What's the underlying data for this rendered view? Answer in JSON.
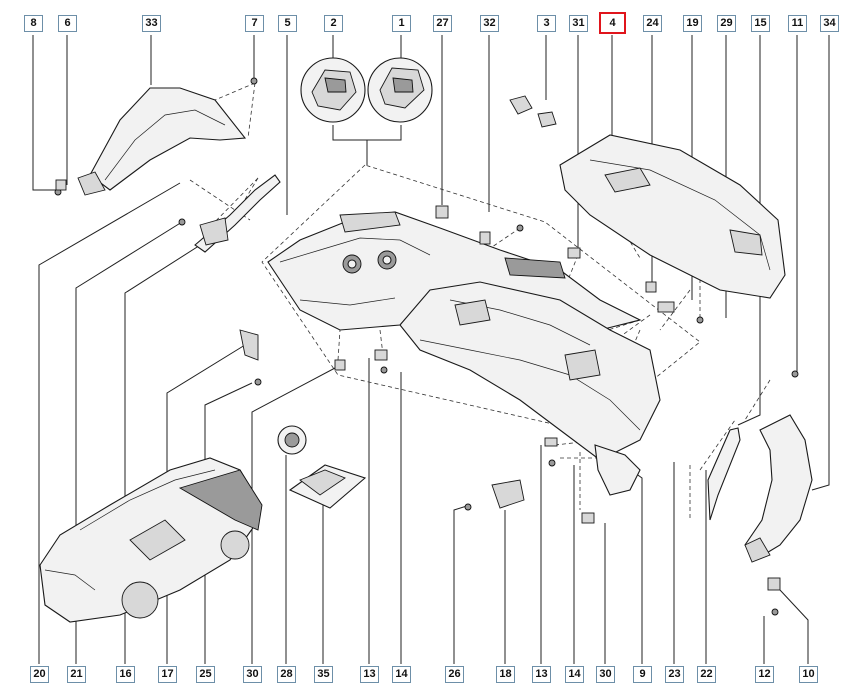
{
  "highlight_color": "#e0151c",
  "label_border_color": "#6d8fa8",
  "callouts": {
    "top": [
      "8",
      "6",
      "33",
      "7",
      "5",
      "2",
      "1",
      "27",
      "32",
      "3",
      "31",
      "4",
      "24",
      "19",
      "29",
      "15",
      "11",
      "34"
    ],
    "bottom": [
      "20",
      "21",
      "16",
      "17",
      "25",
      "30",
      "28",
      "35",
      "13",
      "14",
      "26",
      "18",
      "13",
      "14",
      "30",
      "9",
      "23",
      "22",
      "12",
      "10"
    ]
  },
  "selected_callout": "4"
}
